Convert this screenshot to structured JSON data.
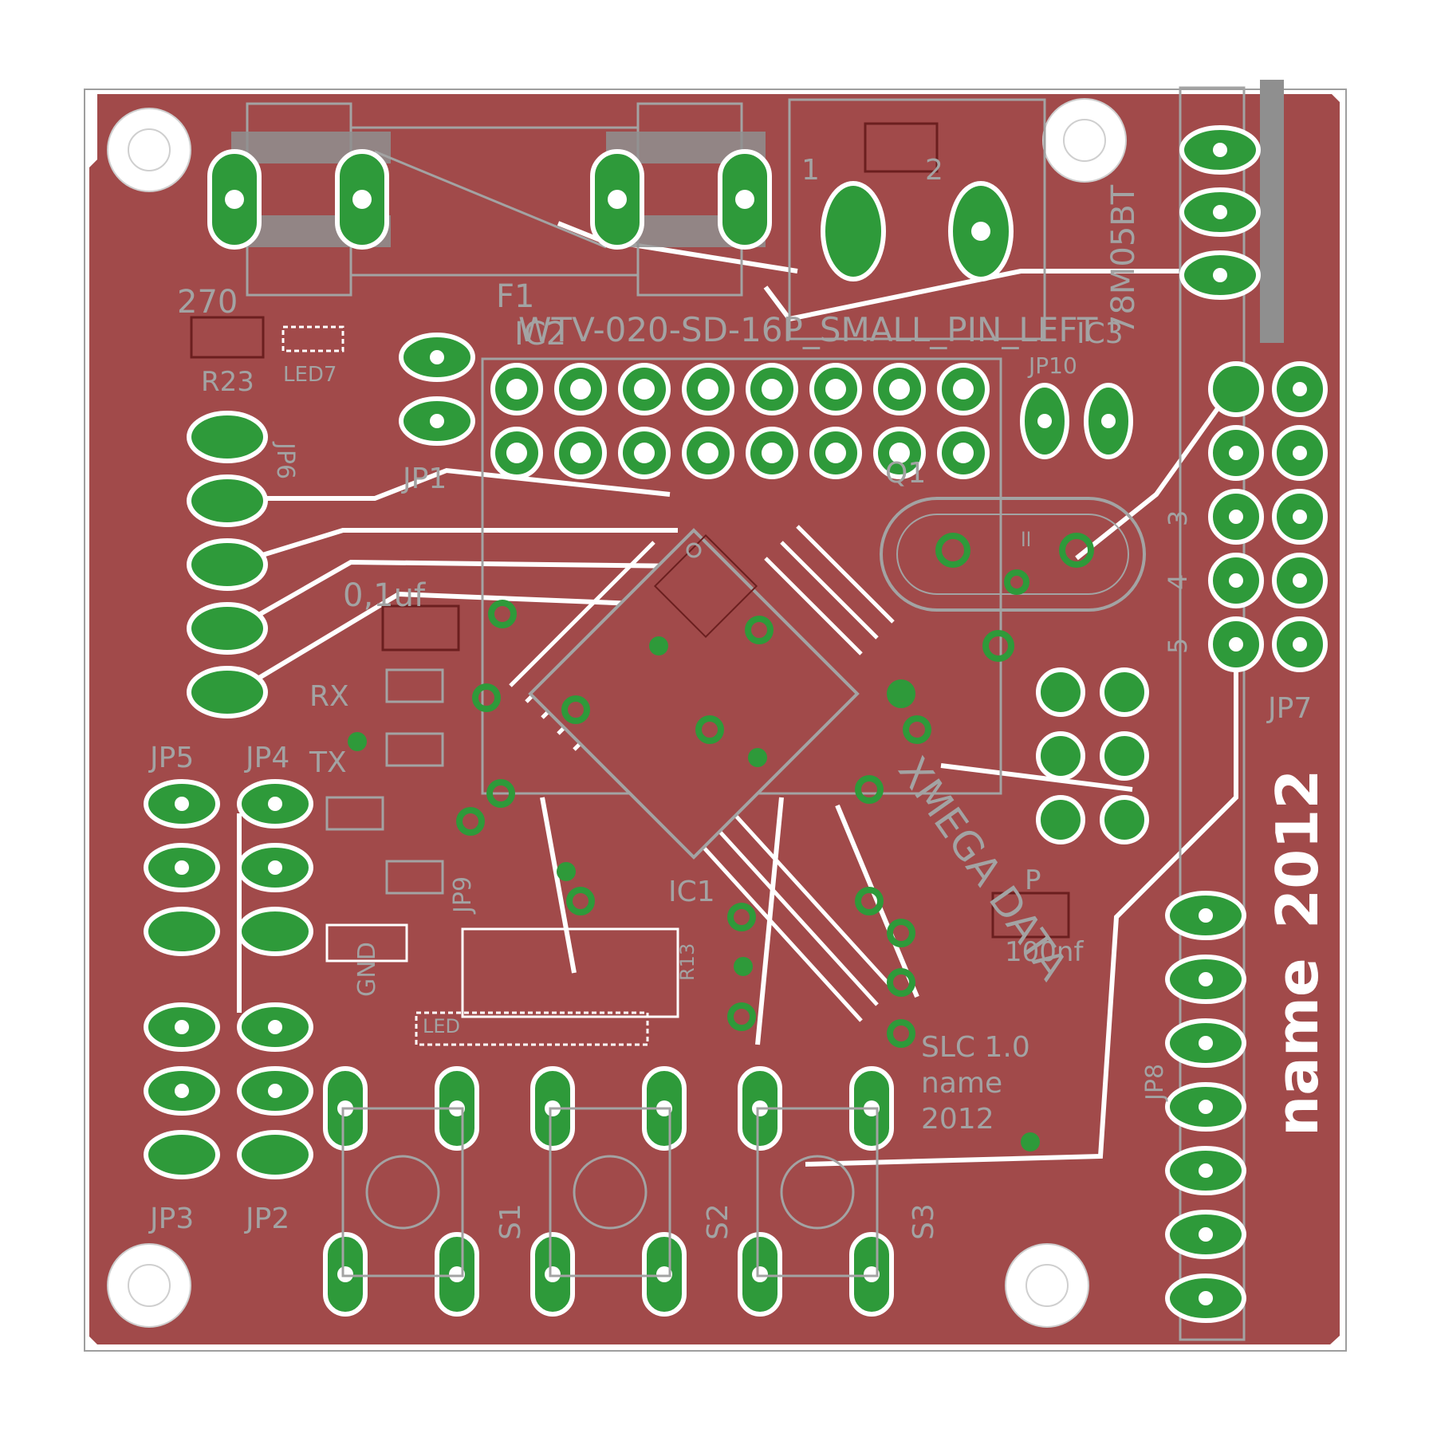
{
  "board": {
    "outline_color": "#9e9e9e",
    "copper_color": "#a14a4a",
    "pad_color": "#2e9a3a",
    "silk_color": "#a3a3a3",
    "text_white": "#ffffff"
  },
  "labels": {
    "r_value": "270",
    "fuse": "F1",
    "regulator": "78M05BT",
    "regulator_ic": "IC3",
    "module": "WTV-020-SD-16P_SMALL_PIN_LEFT",
    "module_ic": "IC2",
    "r23": "R23",
    "led7": "LED7",
    "jp10": "JP10",
    "jp1": "JP1",
    "jp6": "JP6",
    "cap_value": "0,1uf",
    "q1": "Q1",
    "rx": "RX",
    "tx": "TX",
    "gnd": "GND",
    "jp5": "JP5",
    "jp4": "JP4",
    "jp3": "JP3",
    "jp2": "JP2",
    "jp9": "JP9",
    "ic1": "IC1",
    "jp7": "JP7",
    "jp8": "JP8",
    "s1": "S1",
    "s2": "S2",
    "s3": "S3",
    "pin1": "1",
    "pin2": "2",
    "pin3": "3",
    "pin4": "4",
    "pin5": "5",
    "cap100": "100nf",
    "wim_vertical": "2012",
    "name_vertical": "name",
    "diag_text": "XMEGA DATA",
    "version": "SLC 1.0",
    "version_name": "name",
    "version_year": "2012",
    "dot_small": "ll",
    "p_label": "P",
    "ftdi_small": "LED",
    "r_small": "R13"
  }
}
